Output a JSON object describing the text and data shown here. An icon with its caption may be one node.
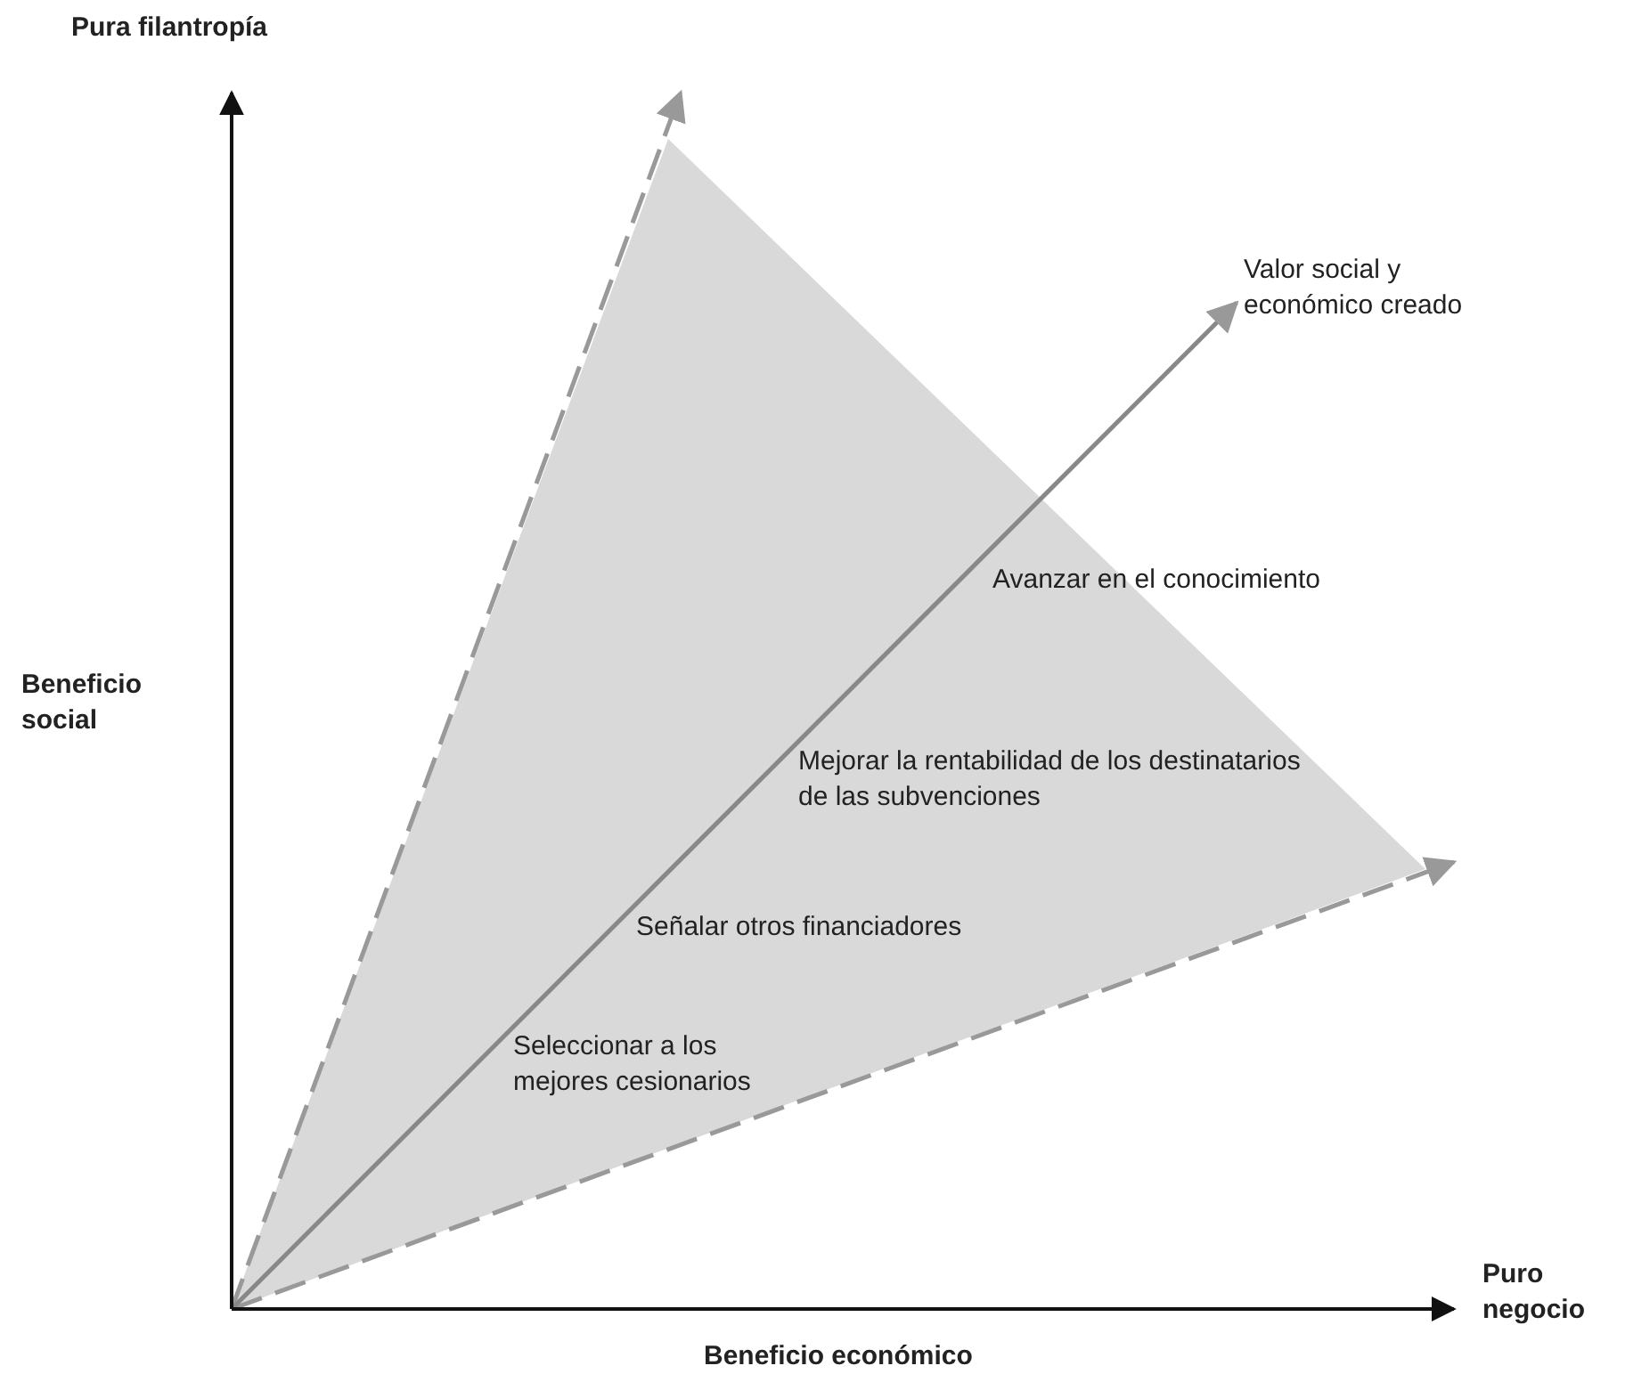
{
  "diagram": {
    "labels": [
      "Pura filantropía",
      "Valor social y económico creado",
      "Avanzar en el conocimiento",
      "Beneficio social",
      "Mejorar la rentabilidad de los destinatarios de las subvenciones",
      "Señalar otros financiadores",
      "Seleccionar a los mejores cesionarios",
      "Puro negocio",
      "Beneficio económico"
    ]
  }
}
